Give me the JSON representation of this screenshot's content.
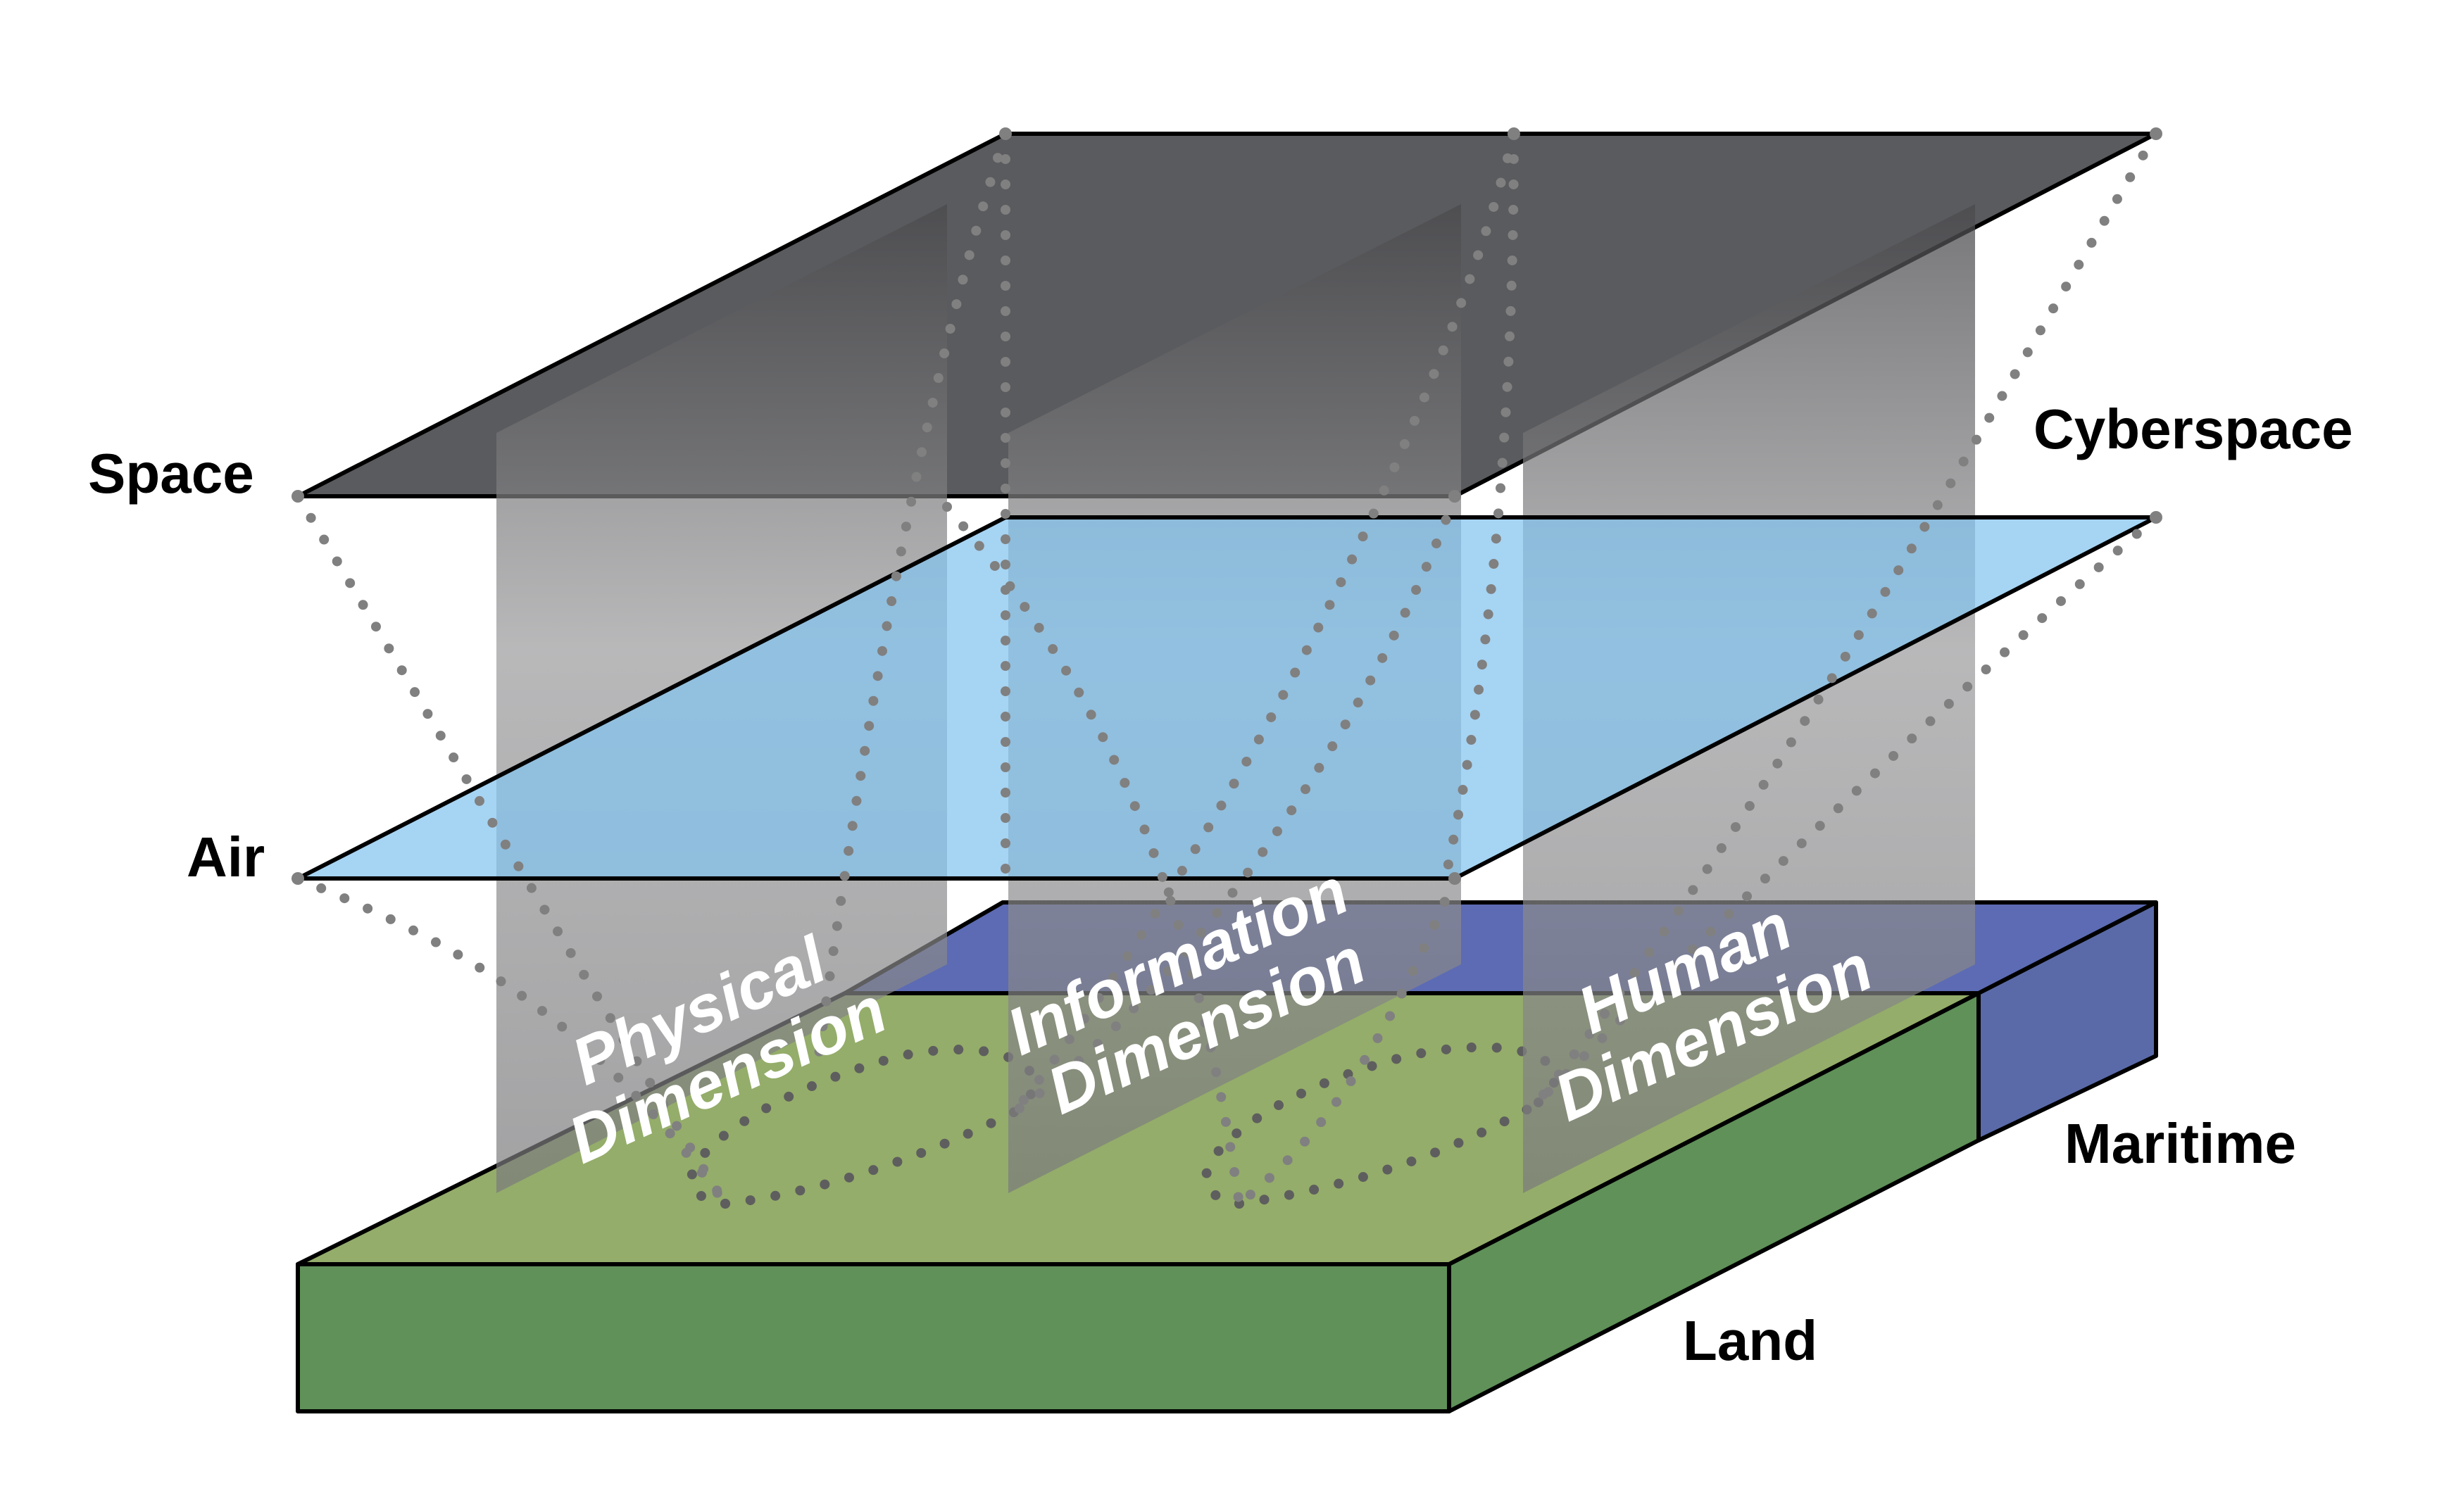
{
  "domains": {
    "space": "Space",
    "cyberspace": "Cyberspace",
    "air": "Air",
    "maritime": "Maritime",
    "land": "Land"
  },
  "dimensions": {
    "physical": {
      "line1": "Physical",
      "line2": "Dimension"
    },
    "information": {
      "line1": "Information",
      "line2": "Dimension"
    },
    "human": {
      "line1": "Human",
      "line2": "Dimension"
    }
  },
  "colors": {
    "space_plane": "#5a5b5e",
    "air_plane": "#83c4ee",
    "maritime_top": "#5c6bb3",
    "maritime_side": "#5a6aa8",
    "land_top": "#94ad6a",
    "land_front": "#5f9158",
    "dimension_panel": "#8d8d90"
  }
}
